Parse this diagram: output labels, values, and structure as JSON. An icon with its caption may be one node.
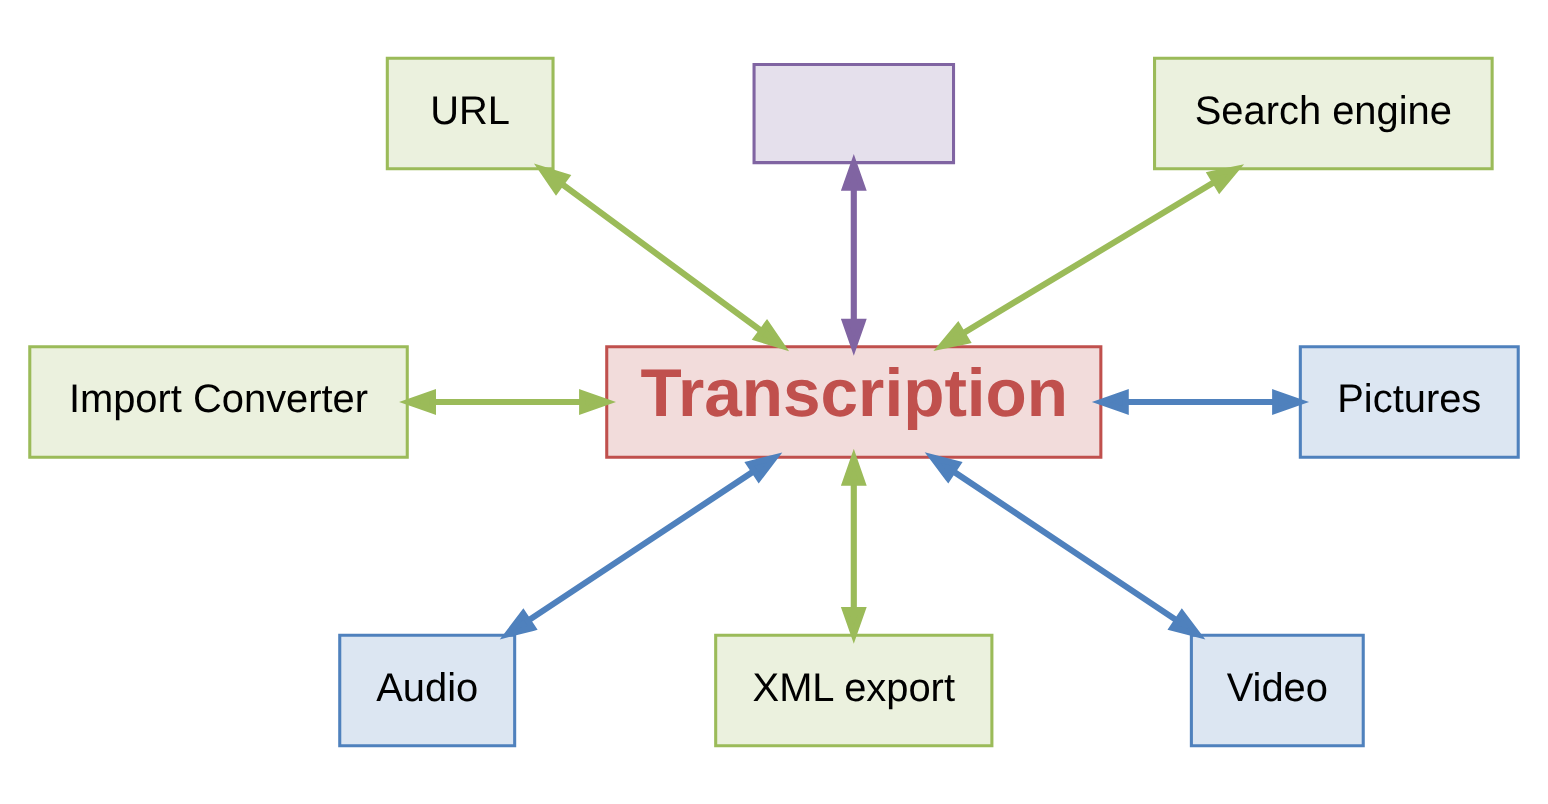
{
  "diagram": {
    "nodes": [
      {
        "text": [
          "Transcription"
        ]
      },
      {
        "text": [
          "URL"
        ]
      },
      {
        "text": [],
        "shape": "box"
      },
      {
        "text": [
          "Search engine"
        ]
      },
      {
        "text": [
          "Import Converter"
        ]
      },
      {
        "text": [
          "Pictures"
        ]
      },
      {
        "text": [
          "Audio"
        ]
      },
      {
        "text": [
          "XML export"
        ]
      },
      {
        "text": [
          "Video"
        ]
      }
    ],
    "edges": [
      {
        "from": 1,
        "to": 0,
        "arrow": "both",
        "color": "#9bbb59"
      },
      {
        "from": 2,
        "to": 0,
        "arrow": "both",
        "color": "#8064a2"
      },
      {
        "from": 3,
        "to": 0,
        "arrow": "both",
        "color": "#9bbb59"
      },
      {
        "from": 4,
        "to": 0,
        "arrow": "both",
        "color": "#9bbb59"
      },
      {
        "from": 0,
        "to": 5,
        "arrow": "both",
        "color": "#4f81bd"
      },
      {
        "from": 0,
        "to": 6,
        "arrow": "both",
        "color": "#4f81bd"
      },
      {
        "from": 0,
        "to": 7,
        "arrow": "both",
        "color": "#9bbb59"
      },
      {
        "from": 0,
        "to": 8,
        "arrow": "both",
        "color": "#4f81bd"
      }
    ]
  }
}
